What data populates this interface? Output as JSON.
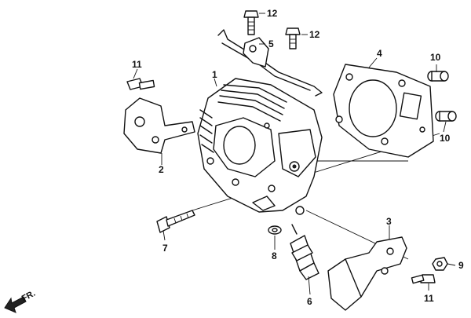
{
  "callouts": {
    "c1": "1",
    "c2": "2",
    "c3": "3",
    "c4": "4",
    "c5": "5",
    "c6": "6",
    "c7": "7",
    "c8": "8",
    "c9": "9",
    "c10a": "10",
    "c10b": "10",
    "c11a": "11",
    "c11b": "11",
    "c12a": "12",
    "c12b": "12"
  },
  "direction_label": "FR."
}
